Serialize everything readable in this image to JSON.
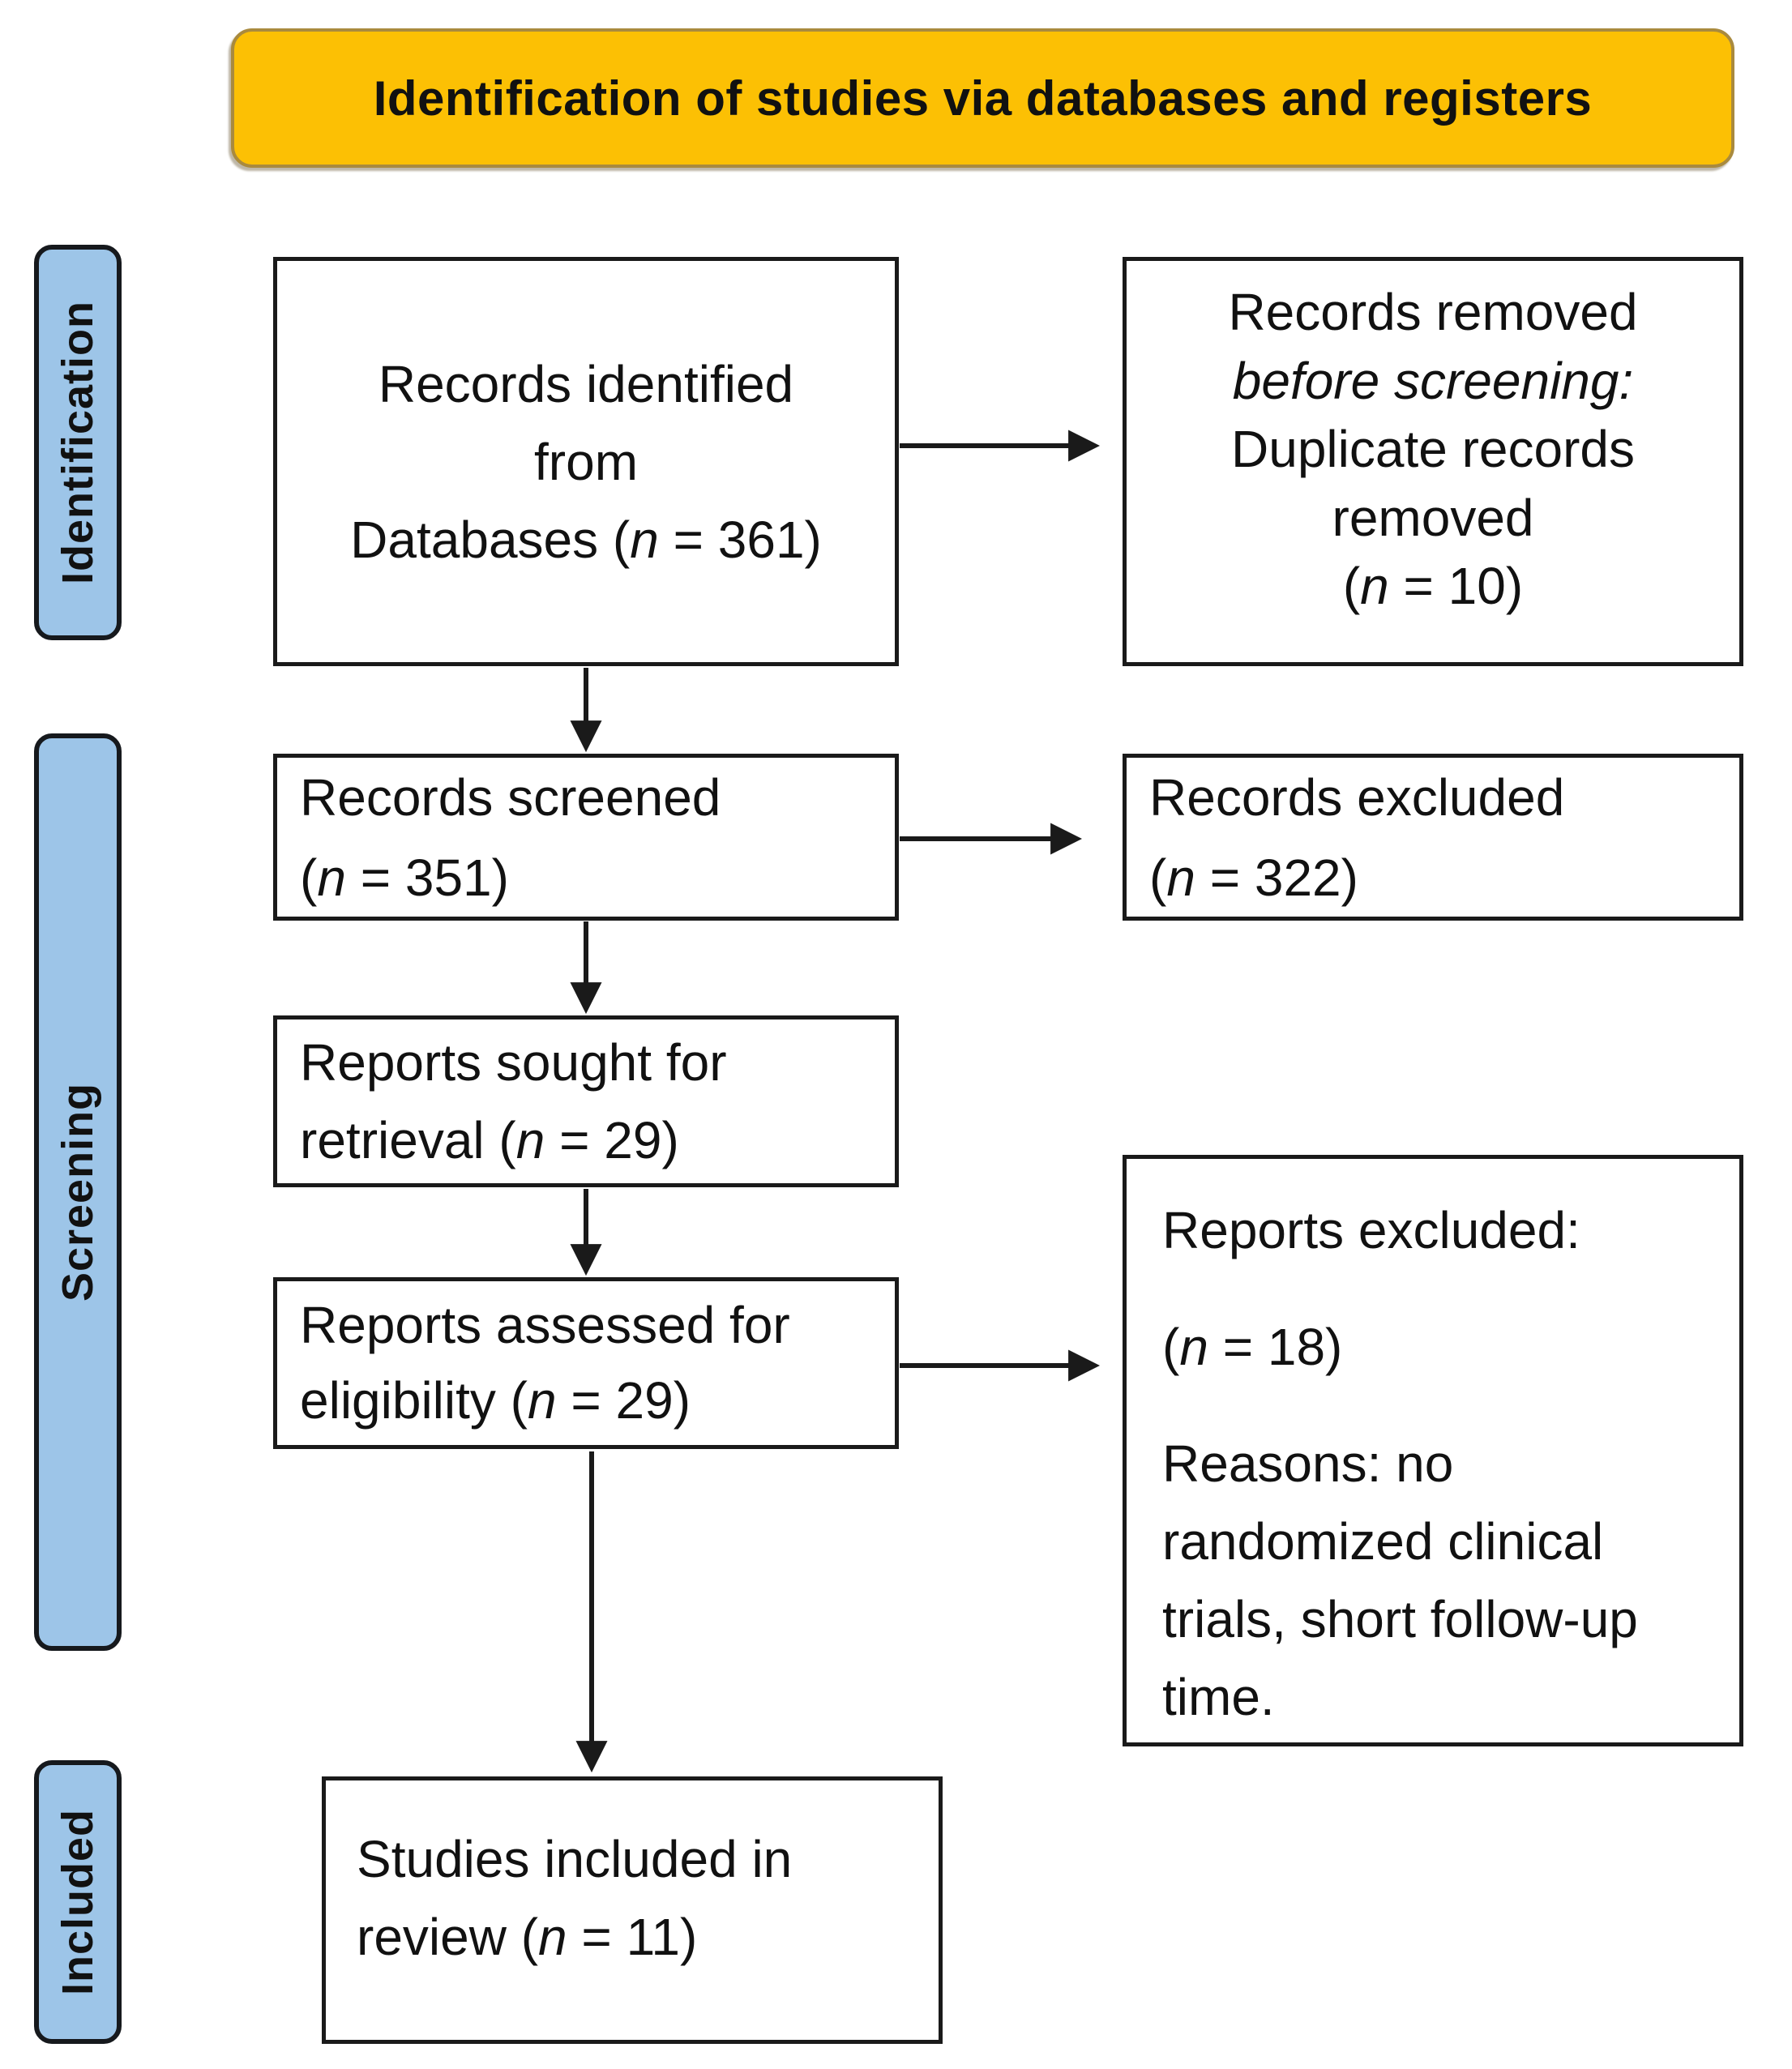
{
  "figure": {
    "title": "Identification of studies via databases and registers"
  },
  "stages": {
    "identification": "Identification",
    "screening": "Screening",
    "included": "Included"
  },
  "boxes": {
    "identified": {
      "line1": "Records identified",
      "line2": "from",
      "line3_pre": "Databases (",
      "n": "n",
      "line3_post": " = 361)"
    },
    "removed_before_screening": {
      "line1": "Records removed",
      "line2_italic": "before screening:",
      "line3": "Duplicate records",
      "line4": "removed",
      "n_pre": "(",
      "n": "n",
      "n_post": " = 10)"
    },
    "screened": {
      "line1": "Records screened",
      "n_pre": "(",
      "n": "n",
      "n_post": " = 351)"
    },
    "records_excluded": {
      "line1": "Records excluded",
      "n_pre": "(",
      "n": "n",
      "n_post": " = 322)"
    },
    "sought": {
      "line1": "Reports sought for",
      "line2_pre": "retrieval (",
      "n": "n",
      "line2_post": " = 29)"
    },
    "assessed": {
      "line1": "Reports assessed for",
      "line2_pre": "eligibility (",
      "n": "n",
      "line2_post": " = 29)"
    },
    "reports_excluded": {
      "line1": "Reports excluded:",
      "n_pre": "(",
      "n": "n",
      "n_post": " = 18)",
      "reasons": "Reasons: no randomized clinical trials, short follow-up time."
    },
    "included_in_review": {
      "line1": "Studies included in",
      "line2_pre": "review (",
      "n": "n",
      "line2_post": " = 11)"
    }
  },
  "colors": {
    "banner_fill": "#FCC004",
    "banner_border": "#A98A3E",
    "stage_fill": "#9DC5E8",
    "stage_border": "#16191D",
    "box_border": "#1A1A1A",
    "text": "#111111",
    "background": "#FFFFFF"
  }
}
